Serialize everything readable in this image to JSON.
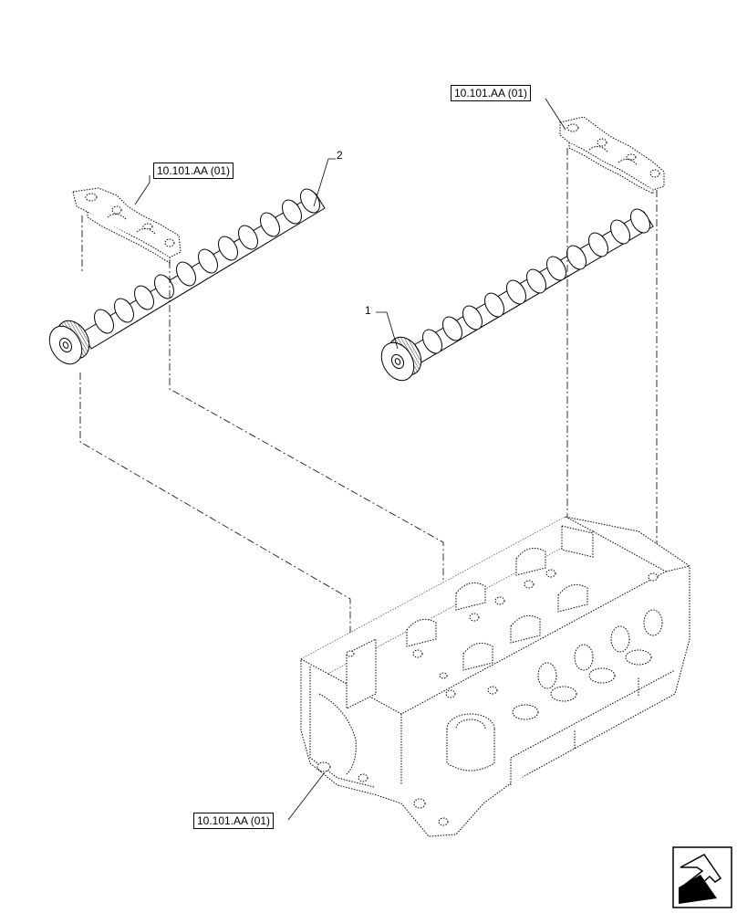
{
  "references": {
    "rocker_support_left": "10.101.AA (01)",
    "rocker_support_right": "10.101.AA (01)",
    "cylinder_head": "10.101.AA (01)"
  },
  "callouts": {
    "camshaft_1": "1",
    "camshaft_2": "2"
  },
  "icons": {
    "navigation": "next-page-arrow-icon"
  }
}
